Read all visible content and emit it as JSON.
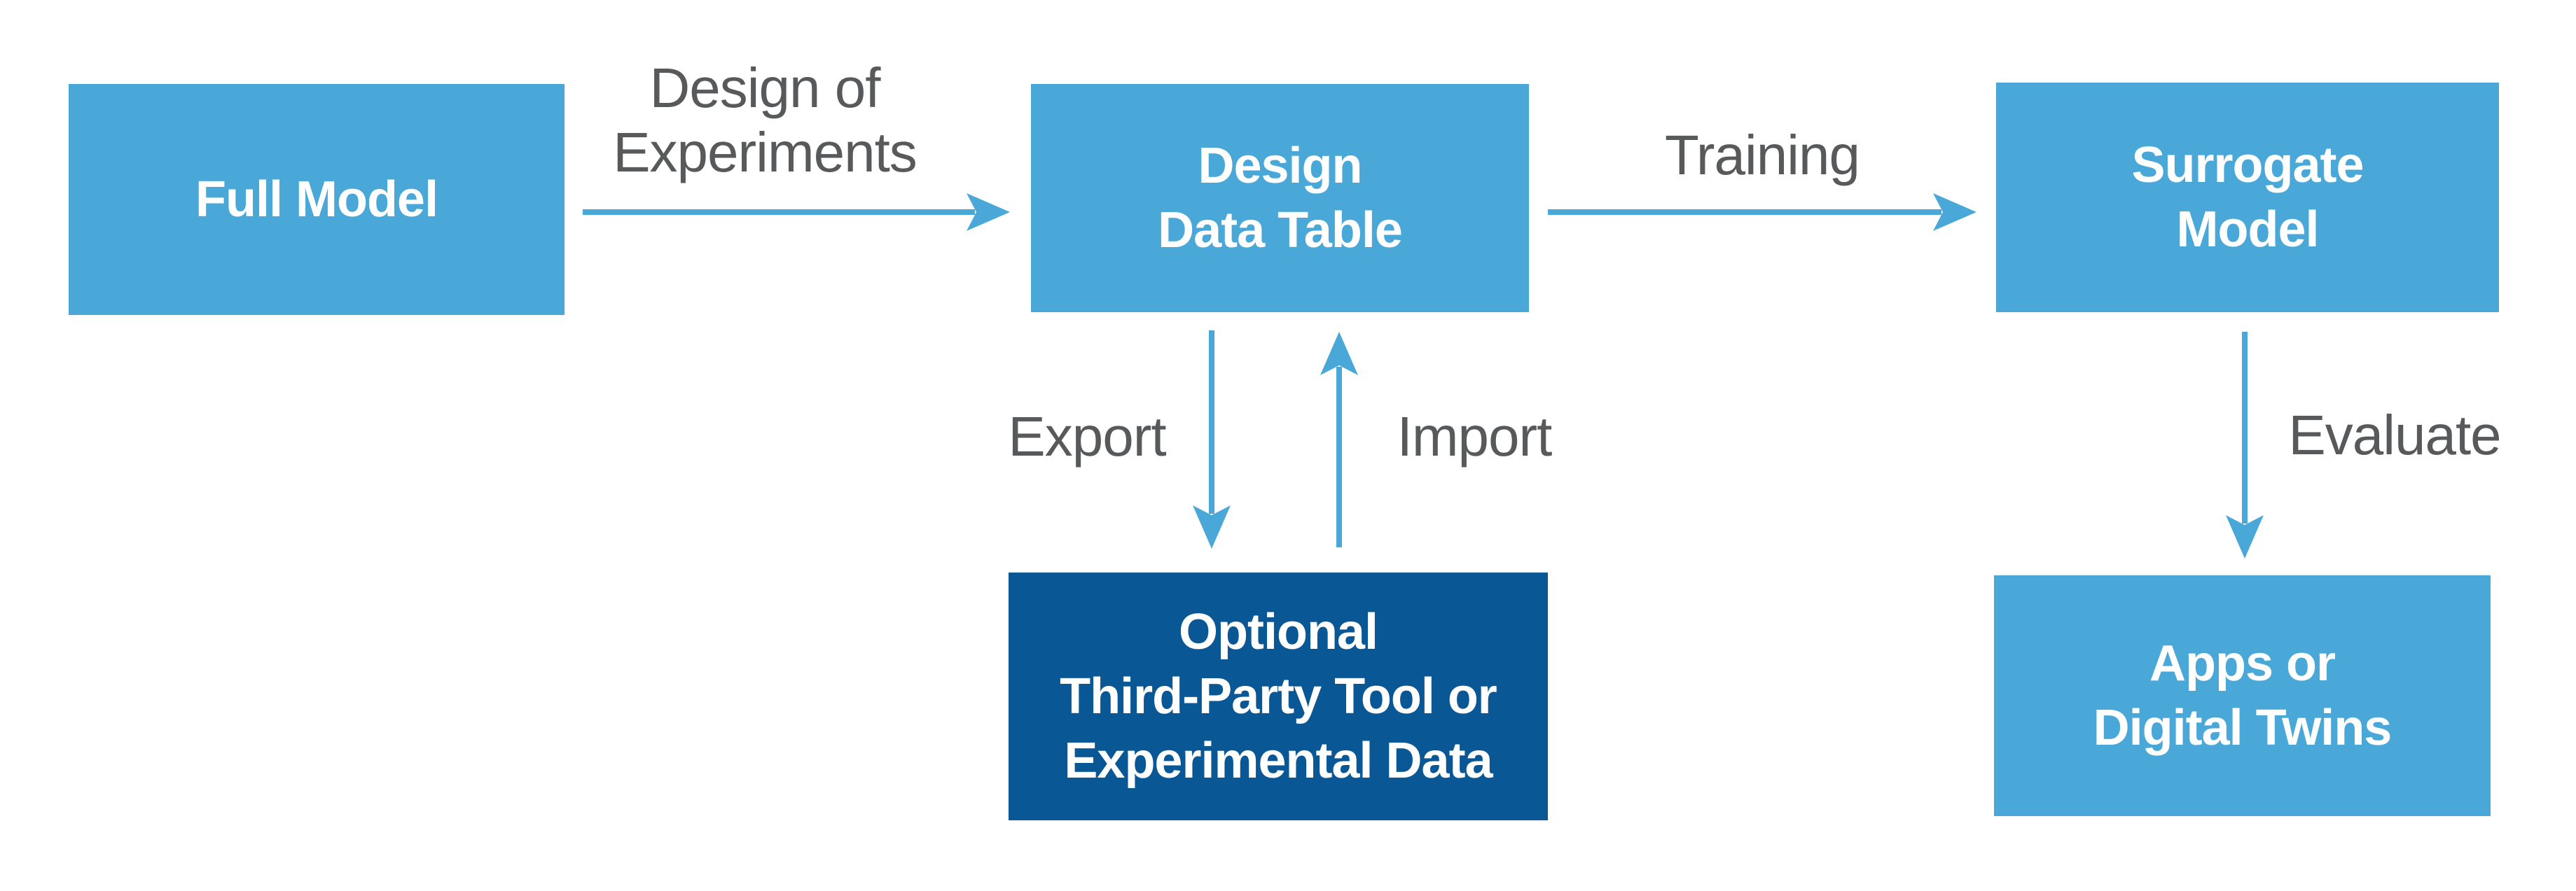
{
  "colors": {
    "node_fill_light": "#4AA8D8",
    "node_fill_dark": "#0A5796",
    "arrow": "#4AA8D8",
    "label_text": "#58595B",
    "node_text": "#FFFFFF",
    "background": "#FFFFFF"
  },
  "nodes": {
    "full_model": {
      "lines": [
        "Full Model"
      ]
    },
    "design_data_table": {
      "lines": [
        "Design",
        "Data Table"
      ]
    },
    "surrogate_model": {
      "lines": [
        "Surrogate",
        "Model"
      ]
    },
    "third_party": {
      "lines": [
        "Optional",
        "Third-Party Tool or",
        "Experimental Data"
      ]
    },
    "apps": {
      "lines": [
        "Apps or",
        "Digital Twins"
      ]
    }
  },
  "edges": {
    "design_of_experiments": {
      "lines": [
        "Design of",
        "Experiments"
      ]
    },
    "training": {
      "label": "Training"
    },
    "export": {
      "label": "Export"
    },
    "import": {
      "label": "Import"
    },
    "evaluate": {
      "label": "Evaluate"
    }
  }
}
